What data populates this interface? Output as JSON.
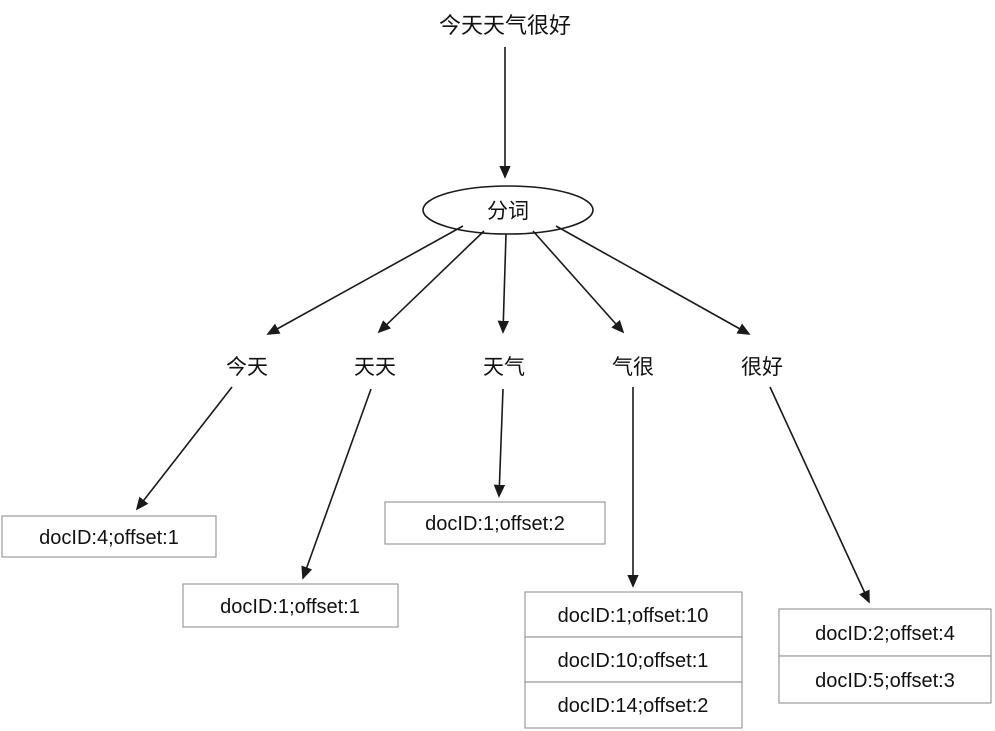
{
  "diagram": {
    "title_hint": "chinese-word-segmentation-inverted-index",
    "source_text": "今天天气很好",
    "segmenter_label": "分词",
    "terms": [
      {
        "label": "今天",
        "postings": [
          "docID:4;offset:1"
        ]
      },
      {
        "label": "天天",
        "postings": [
          "docID:1;offset:1"
        ]
      },
      {
        "label": "天气",
        "postings": [
          "docID:1;offset:2"
        ]
      },
      {
        "label": "气很",
        "postings": [
          "docID:1;offset:10",
          "docID:10;offset:1",
          "docID:14;offset:2"
        ]
      },
      {
        "label": "很好",
        "postings": [
          "docID:2;offset:4",
          "docID:5;offset:3"
        ]
      }
    ],
    "colors": {
      "background": "#ffffff",
      "line": "#1a1a1a",
      "box_border": "#9b9b9b",
      "text": "#111111"
    }
  }
}
